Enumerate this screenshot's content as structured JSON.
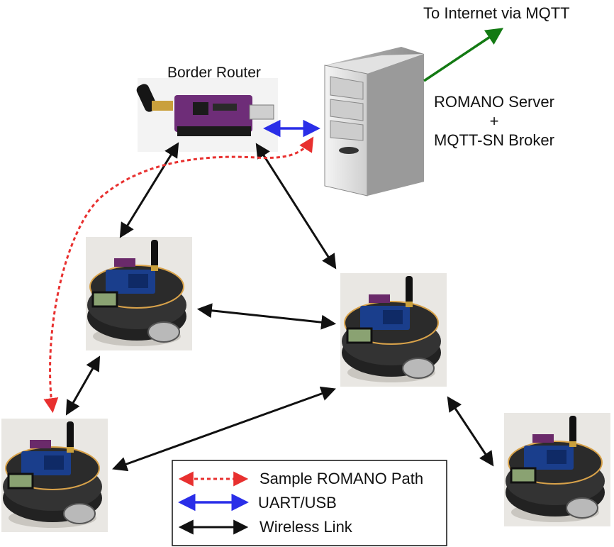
{
  "labels": {
    "internet": "To Internet via MQTT",
    "border_router": "Border Router",
    "server_line1": "ROMANO Server",
    "server_line2": "+",
    "server_line3": "MQTT-SN Broker"
  },
  "legend": {
    "items": [
      {
        "text": "Sample ROMANO Path",
        "color": "#e8302f",
        "style": "dotted"
      },
      {
        "text": "UART/USB",
        "color": "#2a2ee8",
        "style": "solid"
      },
      {
        "text": "Wireless Link",
        "color": "#111111",
        "style": "solid"
      }
    ]
  },
  "colors": {
    "internet_arrow": "#137a13",
    "usb_arrow": "#2a2ee8",
    "path_arrow": "#e8302f",
    "wireless_arrow": "#111111"
  },
  "nodes": {
    "robot_count": 4,
    "icons": [
      "robot-icon",
      "border-router-icon",
      "server-icon"
    ]
  }
}
